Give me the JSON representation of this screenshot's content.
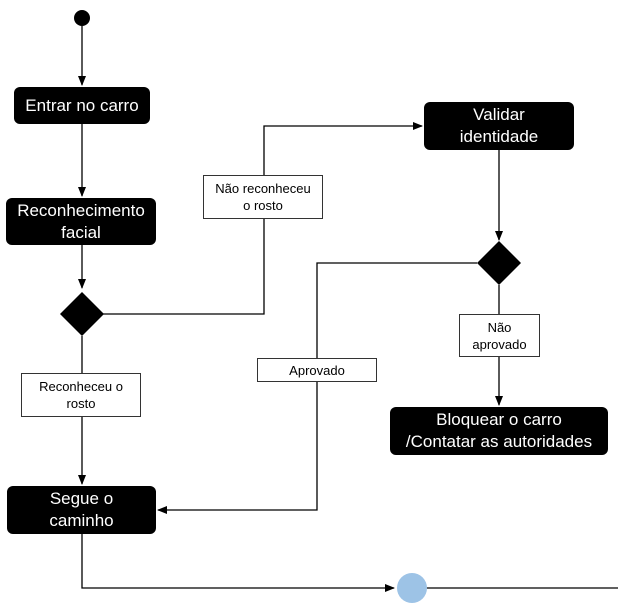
{
  "nodes": {
    "enter_car": "Entrar no carro",
    "facial_recognition": "Reconhecimento\nfacial",
    "validate_identity": "Validar\nidentidade",
    "block_car": "Bloquear o carro\n/Contatar as autoridades",
    "follow_path": "Segue o\ncaminho"
  },
  "labels": {
    "not_recognized": "Não reconheceu\no rosto",
    "recognized": "Reconheceu  o\nrosto",
    "approved": "Aprovado",
    "not_approved": "Não\naprovado"
  },
  "colors": {
    "node_fill": "#000000",
    "end_circle": "#9dc3e6"
  }
}
